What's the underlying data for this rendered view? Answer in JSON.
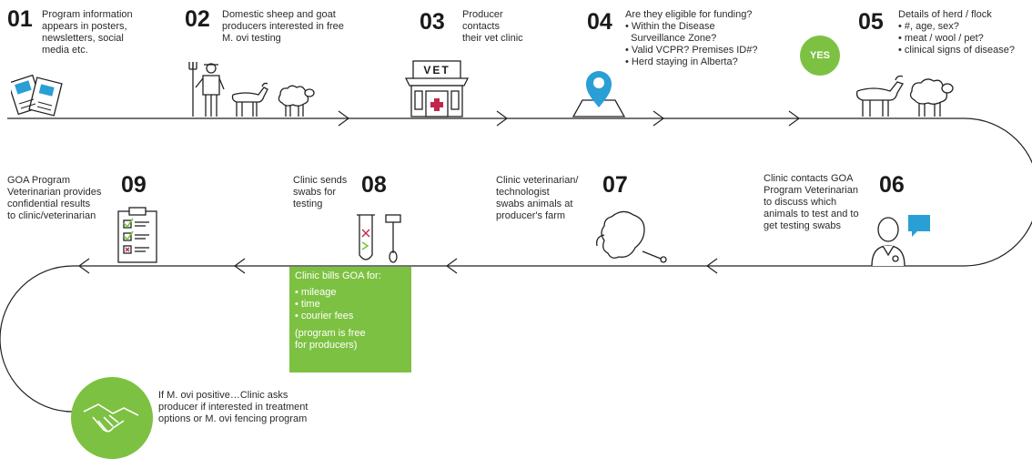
{
  "steps": [
    {
      "num": "01",
      "text": "Program information\nappears in posters,\nnewsletters, social\nmedia etc."
    },
    {
      "num": "02",
      "text": "Domestic sheep and goat\nproducers interested in free\nM. ovi testing"
    },
    {
      "num": "03",
      "text": "Producer\ncontacts\ntheir vet clinic"
    },
    {
      "num": "04",
      "title": "Are they eligible for funding?",
      "bullets": [
        "Within the Disease\n  Surveillance Zone?",
        "Valid VCPR? Premises ID#?",
        "Herd staying in Alberta?"
      ]
    },
    {
      "num": "05",
      "title": "Details of herd / flock",
      "bullets": [
        "#, age, sex?",
        "meat / wool / pet?",
        "clinical signs of disease?"
      ]
    },
    {
      "num": "06",
      "text": "Clinic contacts GOA\nProgram Veterinarian\nto discuss which\nanimals to test and to\nget testing swabs"
    },
    {
      "num": "07",
      "text": "Clinic veterinarian/\ntechnologist\nswabs animals at\nproducer's farm"
    },
    {
      "num": "08",
      "text": "Clinic sends\nswabs for\ntesting"
    },
    {
      "num": "09",
      "text": "GOA Program\nVeterinarian provides\nconfidential results\nto clinic/veterinarian"
    }
  ],
  "yes_badge": "YES",
  "vet_sign": "VET",
  "billing": {
    "title": "Clinic bills GOA for:",
    "items": [
      "mileage",
      "time",
      "courier fees"
    ],
    "note": "(program is free\nfor producers)"
  },
  "final": {
    "text": "If M. ovi positive…Clinic asks\nproducer if interested in treatment\noptions or M. ovi fencing program"
  },
  "colors": {
    "accent_green": "#7dc142",
    "pin_blue": "#2a9fd6",
    "line": "#222222",
    "cross_red": "#c0264b"
  },
  "icons": [
    "newspaper-icon",
    "farmer-icon",
    "goat-icon",
    "sheep-icon",
    "vet-clinic-icon",
    "location-pin-icon",
    "goat-icon",
    "sheep-icon",
    "doctor-chat-icon",
    "sheep-head-swab-icon",
    "test-tube-swab-icon",
    "checklist-icon",
    "handshake-icon"
  ]
}
